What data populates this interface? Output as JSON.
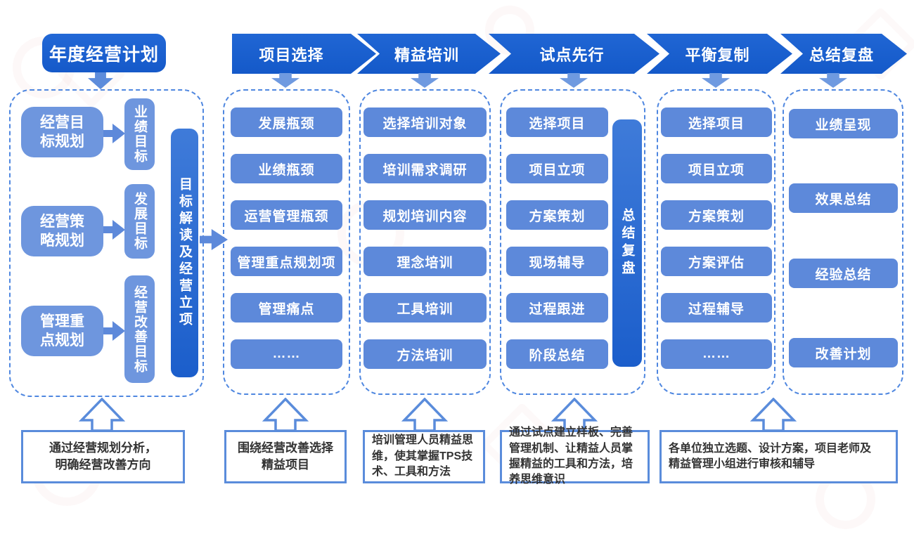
{
  "colors": {
    "stage_dark_blue": "#1a62d2",
    "item_blue": "#5d89da",
    "left_box_blue": "#6e96de",
    "bar_gradient_top": "#3f7bd9",
    "bar_gradient_bottom": "#1b5ecb",
    "dashed_border": "#4f87e0",
    "note_border": "#5a8cdb",
    "note_text": "#333333"
  },
  "title": {
    "label": "年度经营计划"
  },
  "stages": [
    {
      "label": "项目选择"
    },
    {
      "label": "精益培训"
    },
    {
      "label": "试点先行"
    },
    {
      "label": "平衡复制"
    },
    {
      "label": "总结复盘"
    }
  ],
  "planning": {
    "rows": [
      {
        "source": "经营目\n标规划",
        "target": "业绩目标"
      },
      {
        "source": "经营策\n略规划",
        "target": "发展目标"
      },
      {
        "source": "管理重\n点规划",
        "target": "经营改善目标"
      }
    ],
    "bar_label": "目标解读及经营立项"
  },
  "columns": [
    {
      "id": "project-selection",
      "items": [
        "发展瓶颈",
        "业绩瓶颈",
        "运营管理瓶颈",
        "管理重点规划项",
        "管理痛点",
        "……"
      ]
    },
    {
      "id": "lean-training",
      "items": [
        "选择培训对象",
        "培训需求调研",
        "规划培训内容",
        "理念培训",
        "工具培训",
        "方法培训"
      ]
    },
    {
      "id": "pilot-first",
      "items": [
        "选择项目",
        "项目立项",
        "方案策划",
        "现场辅导",
        "过程跟进",
        "阶段总结"
      ],
      "bar_label": "总结复盘"
    },
    {
      "id": "balance-replication",
      "items": [
        "选择项目",
        "项目立项",
        "方案策划",
        "方案评估",
        "过程辅导",
        "……"
      ]
    },
    {
      "id": "summary-review",
      "items": [
        "业绩呈现",
        "效果总结",
        "经验总结",
        "改善计划"
      ]
    }
  ],
  "notes": [
    {
      "text": "通过经营规划分析，\n明确经营改善方向"
    },
    {
      "text": "围绕经营改善选择\n精益项目"
    },
    {
      "text": "培训管理人员精益思\n维，使其掌握TPS技\n术、工具和方法"
    },
    {
      "text": "通过试点建立样板、完善\n管理机制、让精益人员掌\n握精益的工具和方法，培\n养思维意识"
    },
    {
      "text": "各单位独立选题、设计方案，项目老师及\n精益管理小组进行审核和辅导"
    }
  ]
}
